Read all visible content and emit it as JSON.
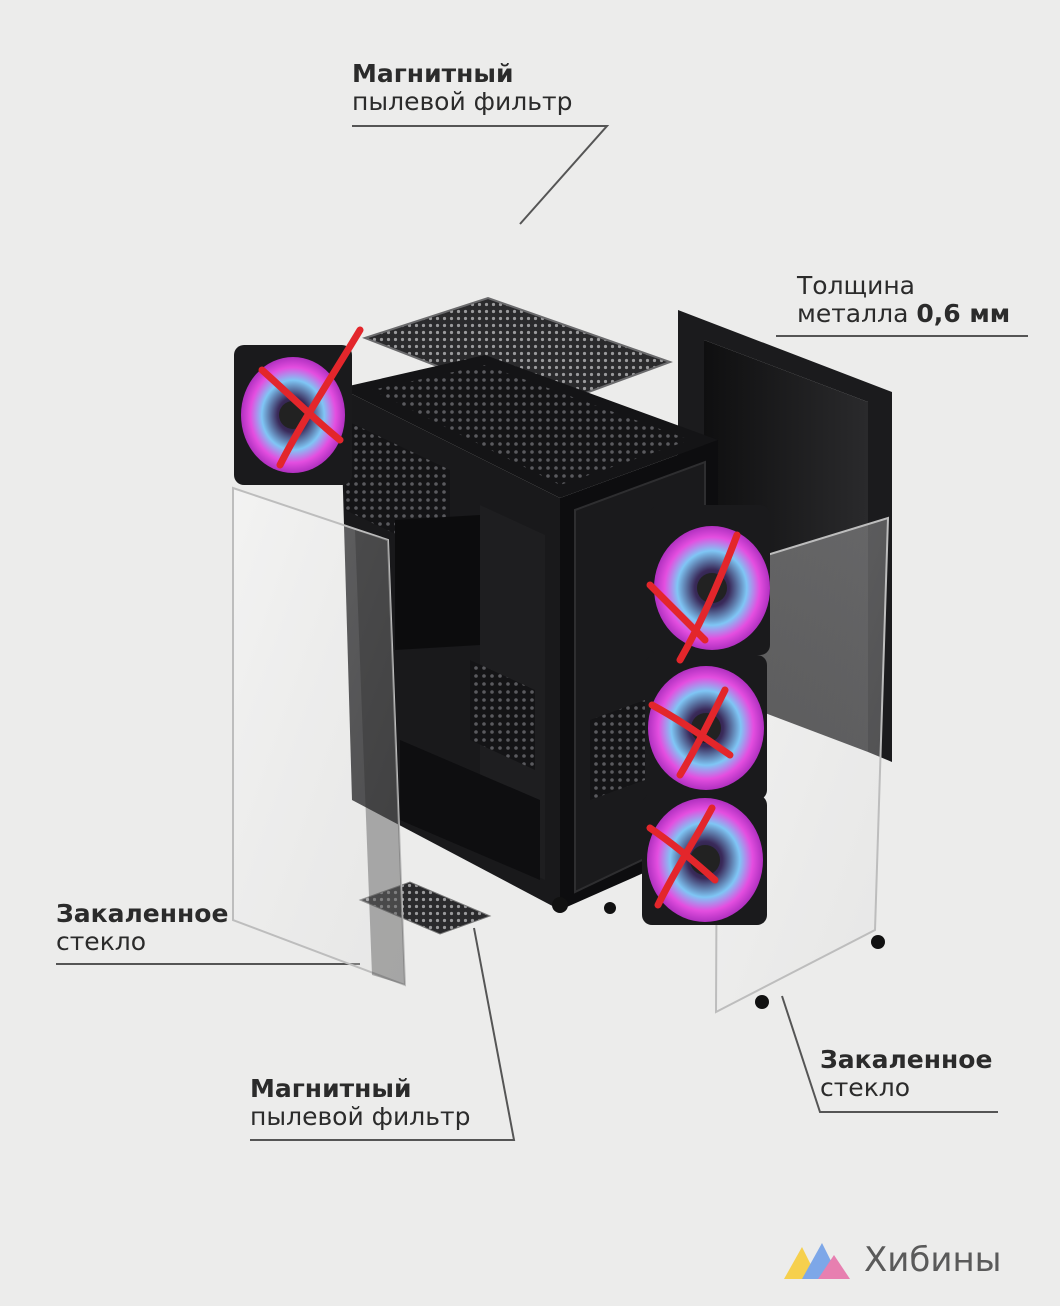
{
  "labels": {
    "top_filter": {
      "line1": "Магнитный",
      "line2": "пылевой фильтр"
    },
    "metal": {
      "line1": "Толщина",
      "line2_prefix": "металла ",
      "line2_bold": "0,6 мм"
    },
    "glass_left": {
      "line1": "Закаленное",
      "line2": "стекло"
    },
    "bottom_filter": {
      "line1": "Магнитный",
      "line2": "пылевой фильтр"
    },
    "glass_right": {
      "line1": "Закаленное",
      "line2": "стекло"
    }
  },
  "watermark": {
    "text": "Хибины"
  },
  "colors": {
    "background": "#ececeb",
    "case_black": "#1c1c1e",
    "cross_red": "#e3262b",
    "fan_pink": "#e84ad6",
    "fan_blue": "#5fb8f0"
  },
  "icons": [
    "cross-mark-icon",
    "rgb-fan-icon",
    "mountain-logo-icon"
  ]
}
